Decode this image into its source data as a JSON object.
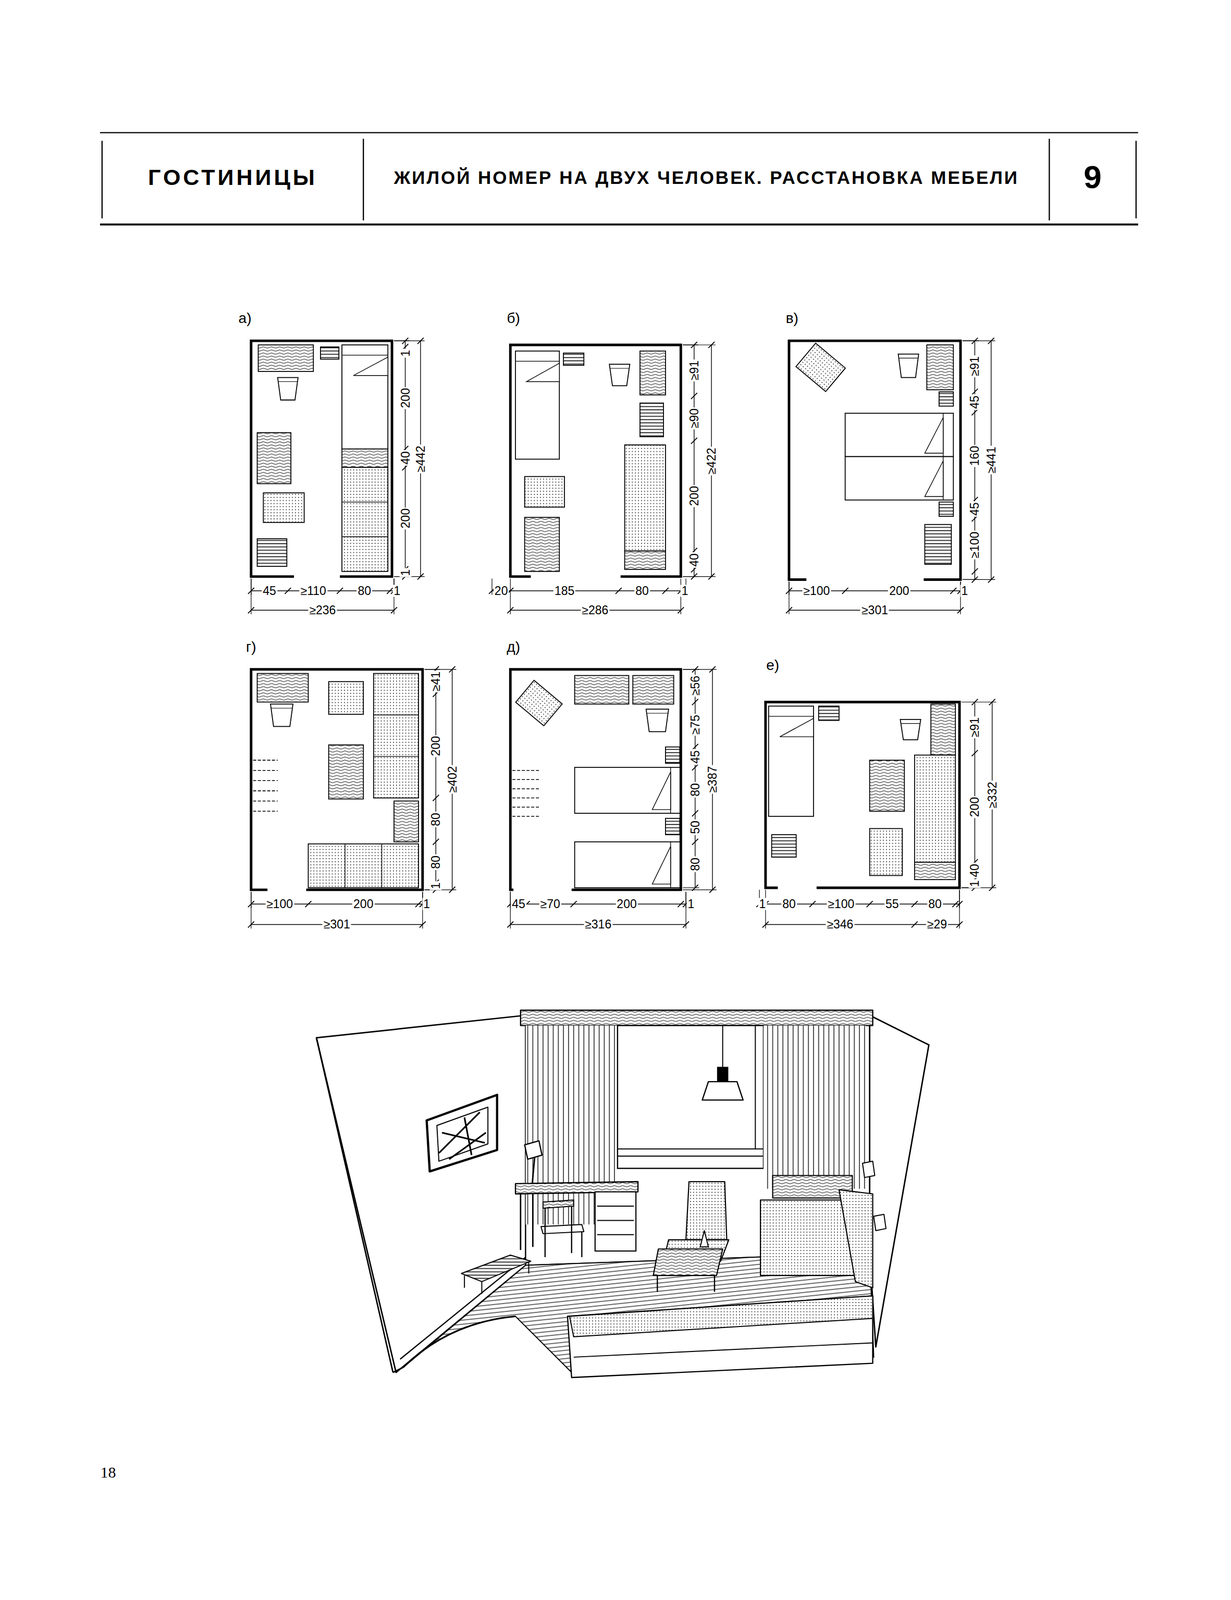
{
  "diagram": {
    "nodes": [
      {
        "text": [
          "ГОСТИНИЦЫ"
        ]
      },
      {
        "text": [
          "ЖИЛОЙ НОМЕР НА ДВУХ ЧЕЛОВЕК. РАССТАНОВКА МЕБЕЛИ"
        ]
      },
      {
        "text": [
          "9"
        ]
      },
      {
        "text": [
          "а)"
        ]
      },
      {
        "text": [
          "б)"
        ]
      },
      {
        "text": [
          "в)"
        ]
      },
      {
        "text": [
          "г)"
        ]
      },
      {
        "text": [
          "д)"
        ]
      },
      {
        "text": [
          "е)"
        ]
      }
    ],
    "labels": [
      "1",
      "200",
      "40",
      "≥442",
      "200",
      "1",
      "45",
      "≥110",
      "80",
      "1",
      "≥236",
      "≥91",
      "≥90",
      "200",
      "≥422",
      "40",
      "20",
      "185",
      "80",
      "1",
      "≥286",
      "≥91",
      "45",
      "160",
      "≥441",
      "45",
      "≥100",
      "≥100",
      "200",
      "1",
      "≥301",
      "≥41",
      "200",
      "≥402",
      "80",
      "80",
      "1",
      "≥100",
      "200",
      "1",
      "≥301",
      "≥56",
      "≥75",
      "45",
      "≥387",
      "80",
      "50",
      "80",
      "45",
      "≥70",
      "200",
      "1",
      "≥316",
      "≥91",
      "200",
      "≥332",
      "40",
      "1",
      "1",
      "80",
      "≥100",
      "55",
      "80",
      "≥346",
      "≥29",
      "18"
    ]
  }
}
